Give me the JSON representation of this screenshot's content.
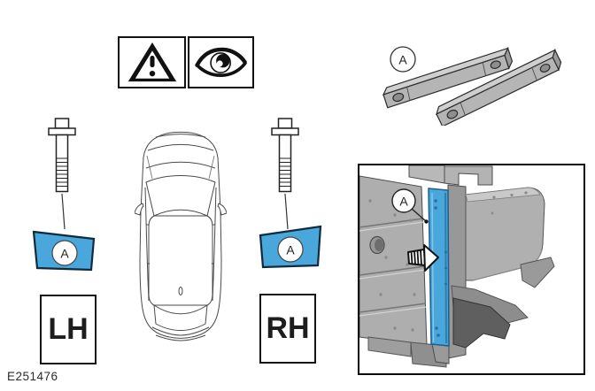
{
  "figure_code": "E251476",
  "callouts": {
    "parts": "A",
    "left": "A",
    "right": "A",
    "detail": "A"
  },
  "side_labels": {
    "left": "LH",
    "right": "RH"
  },
  "icons": {
    "warning": "warning-triangle",
    "inspect": "eye"
  },
  "colors": {
    "highlight_blue": "#49a7db",
    "part_gray": "#b2b2b2",
    "dark_bracket_gray": "#5f5f5f",
    "line": "#111111"
  }
}
